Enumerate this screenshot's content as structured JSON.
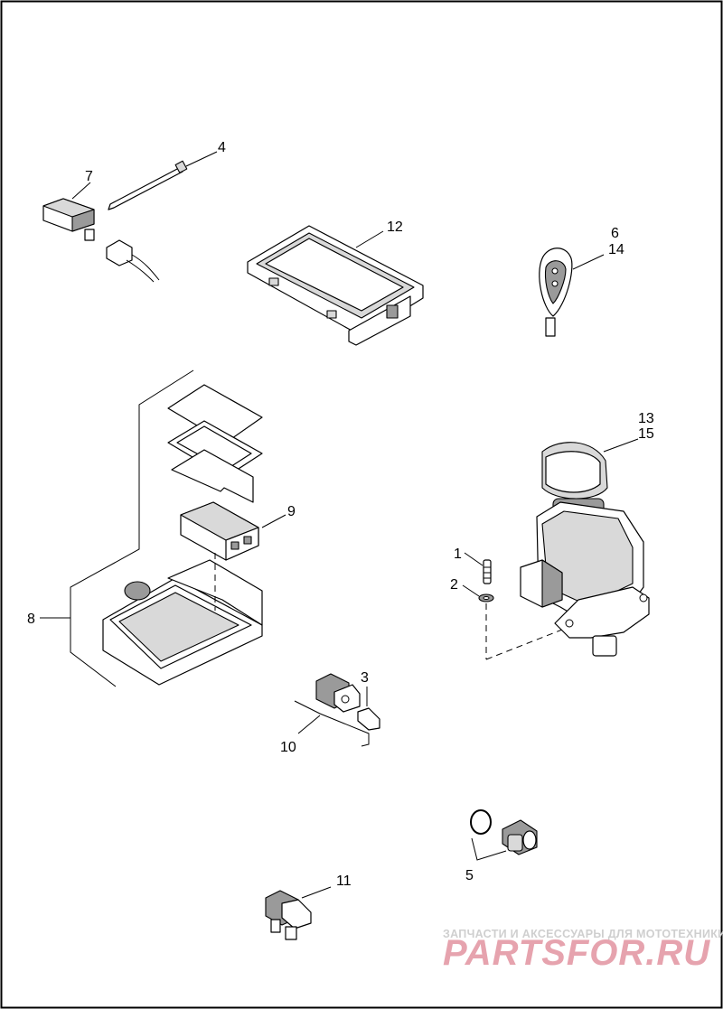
{
  "labels": {
    "l1": "1",
    "l2": "2",
    "l3": "3",
    "l4": "4",
    "l5": "5",
    "l6": "6",
    "l14": "14",
    "l7": "7",
    "l8": "8",
    "l9": "9",
    "l10": "10",
    "l11": "11",
    "l12": "12",
    "l13": "13",
    "l15": "15"
  },
  "watermark": {
    "tagline": "ЗАПЧАСТИ И АКСЕССУАРЫ ДЛЯ МОТОТЕХНИКИ",
    "brand": "PARTSFOR.RU"
  },
  "colors": {
    "line": "#000000",
    "watermark_brand": "#e6a3ae",
    "watermark_tagline": "#cfcfcf"
  }
}
